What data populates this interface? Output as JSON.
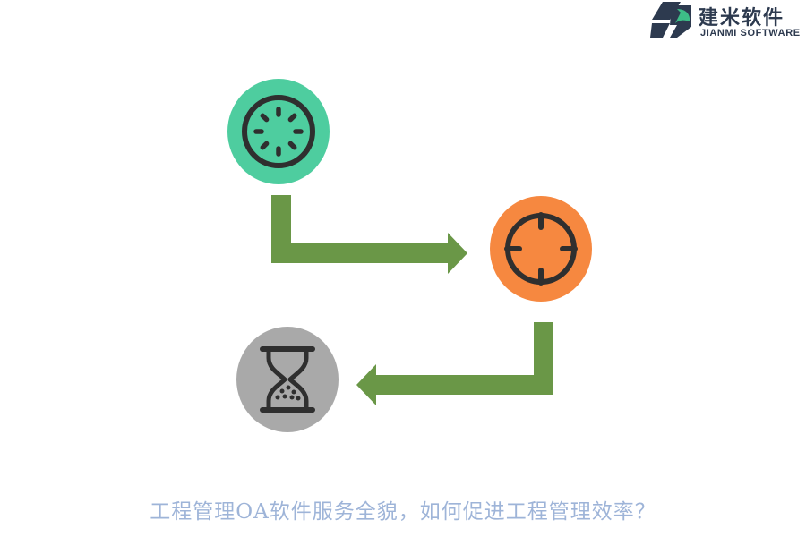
{
  "logo": {
    "name_cn": "建米软件",
    "name_en": "JIANMI SOFTWARE"
  },
  "steps": [
    {
      "icon": "loading-icon",
      "color": "#4ecd9f"
    },
    {
      "icon": "crosshair-icon",
      "color": "#f68840"
    },
    {
      "icon": "hourglass-icon",
      "color": "#a9a9a9"
    }
  ],
  "arrow_color": "#6a9747",
  "caption": "工程管理OA软件服务全貌，如何促进工程管理效率？"
}
